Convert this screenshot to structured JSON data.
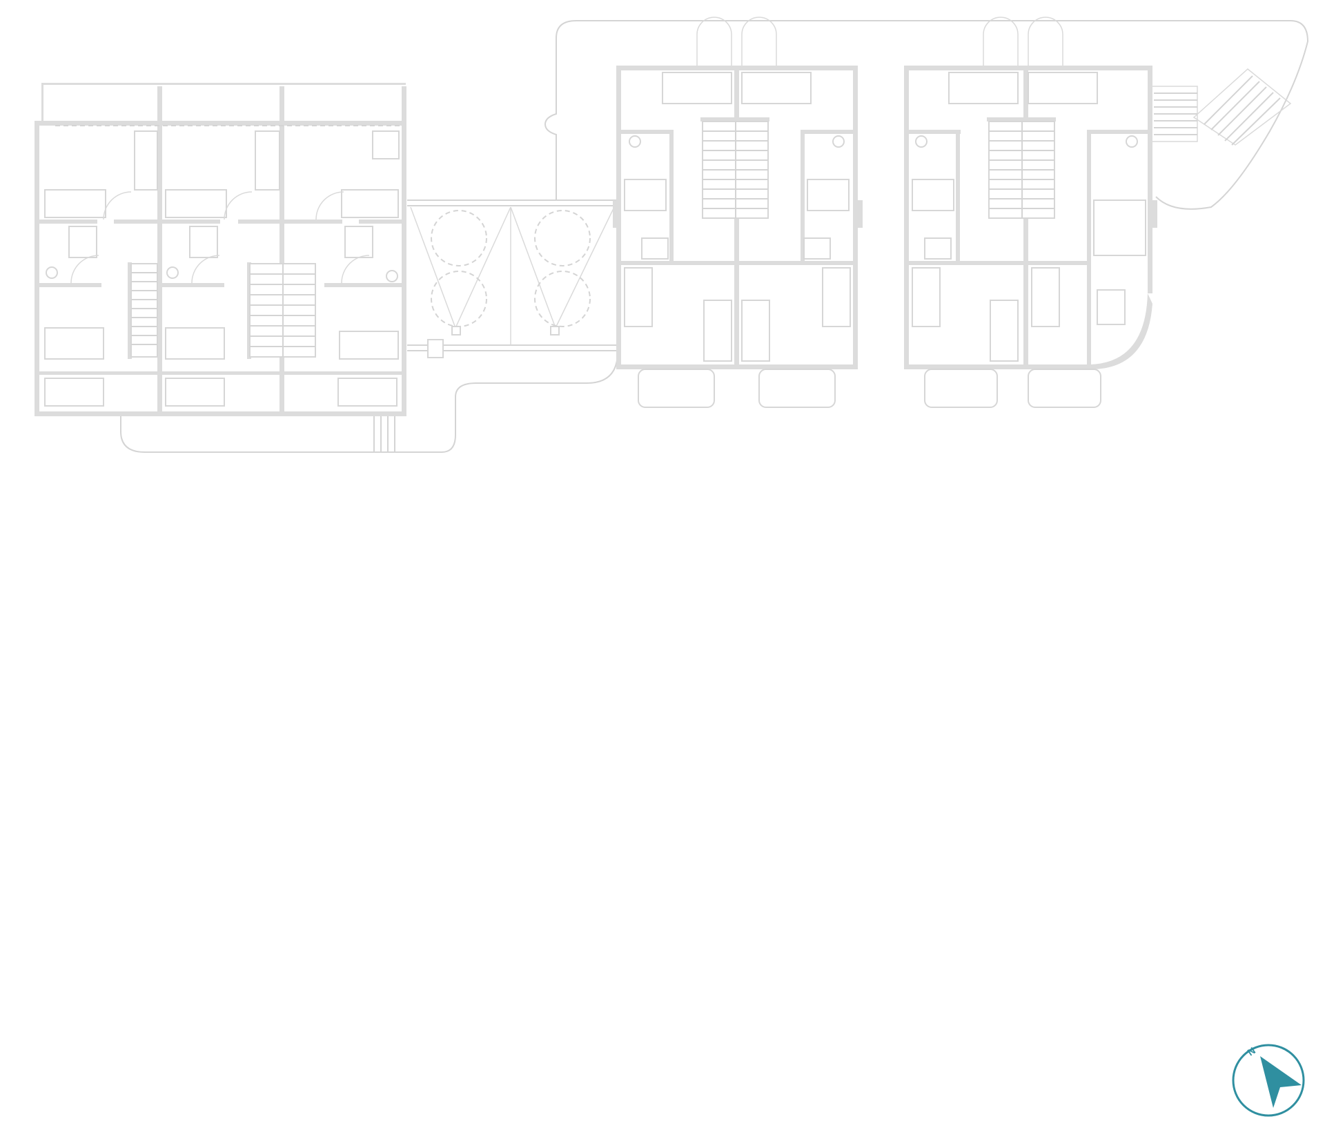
{
  "drawing": {
    "type": "floor plan",
    "line_color": "#dcdcdc",
    "blocks": [
      {
        "name": "west-block",
        "units": 6
      },
      {
        "name": "courtyard",
        "trees": 4
      },
      {
        "name": "middle-block",
        "units": 4
      },
      {
        "name": "east-block",
        "units": 4
      }
    ]
  },
  "compass": {
    "label": "N",
    "icon": "north-arrow-icon",
    "color": "#2f8fa0"
  }
}
